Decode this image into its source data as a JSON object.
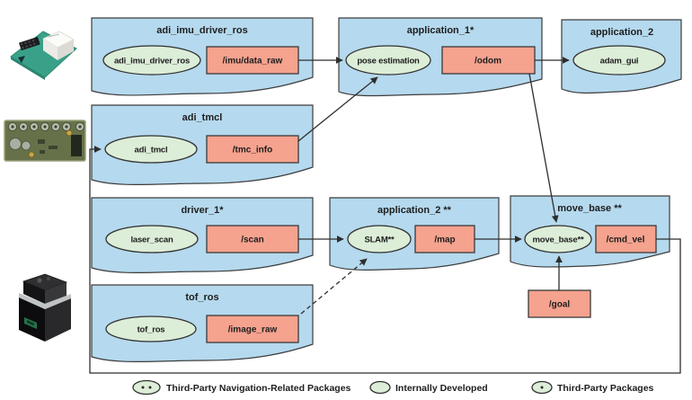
{
  "diagram": {
    "packages": [
      {
        "id": "adi_imu_driver_ros",
        "title": "adi_imu_driver_ros",
        "node": "adi_imu_driver_ros",
        "topic": "/imu/data_raw"
      },
      {
        "id": "application_1",
        "title": "application_1*",
        "node": "pose estimation",
        "topic": "/odom"
      },
      {
        "id": "application_2_gui",
        "title": "application_2",
        "node": "adam_gui"
      },
      {
        "id": "adi_tmcl",
        "title": "adi_tmcl",
        "node": "adi_tmcl",
        "topic": "/tmc_info"
      },
      {
        "id": "driver_1",
        "title": "driver_1*",
        "node": "laser_scan",
        "topic": "/scan"
      },
      {
        "id": "application_2_slam",
        "title": "application_2 **",
        "node": "SLAM**",
        "topic": "/map"
      },
      {
        "id": "move_base",
        "title": "move_base **",
        "node": "move_base**",
        "topic": "/cmd_vel"
      },
      {
        "id": "tof_ros",
        "title": "tof_ros",
        "node": "tof_ros",
        "topic": "/image_raw"
      }
    ],
    "standalone_topics": [
      {
        "id": "goal",
        "label": "/goal"
      }
    ],
    "edges": [
      {
        "from": "/imu/data_raw",
        "to": "pose estimation",
        "style": "solid"
      },
      {
        "from": "/tmc_info",
        "to": "pose estimation",
        "style": "solid"
      },
      {
        "from": "/odom",
        "to": "adam_gui",
        "style": "solid"
      },
      {
        "from": "/odom",
        "to": "move_base**",
        "style": "solid"
      },
      {
        "from": "/scan",
        "to": "SLAM**",
        "style": "solid"
      },
      {
        "from": "/image_raw",
        "to": "SLAM**",
        "style": "dashed"
      },
      {
        "from": "/map",
        "to": "move_base**",
        "style": "solid"
      },
      {
        "from": "/goal",
        "to": "move_base**",
        "style": "solid"
      },
      {
        "from": "/cmd_vel",
        "to": "adi_tmcl",
        "style": "solid"
      }
    ]
  },
  "legend": {
    "items": [
      {
        "symbol": "ellipse-double-asterisk",
        "label": "Third-Party Navigation-Related Packages"
      },
      {
        "symbol": "ellipse-plain",
        "label": "Internally Developed"
      },
      {
        "symbol": "ellipse-single-asterisk",
        "label": "Third-Party Packages"
      }
    ]
  },
  "hardware": [
    {
      "name": "imu-board"
    },
    {
      "name": "motor-controller-board"
    },
    {
      "name": "tof-camera"
    }
  ],
  "colors": {
    "package_fill": "#b5d9ee",
    "node_fill": "#dcedd8",
    "topic_fill": "#f5a28e",
    "edge": "#2e2e2e"
  }
}
